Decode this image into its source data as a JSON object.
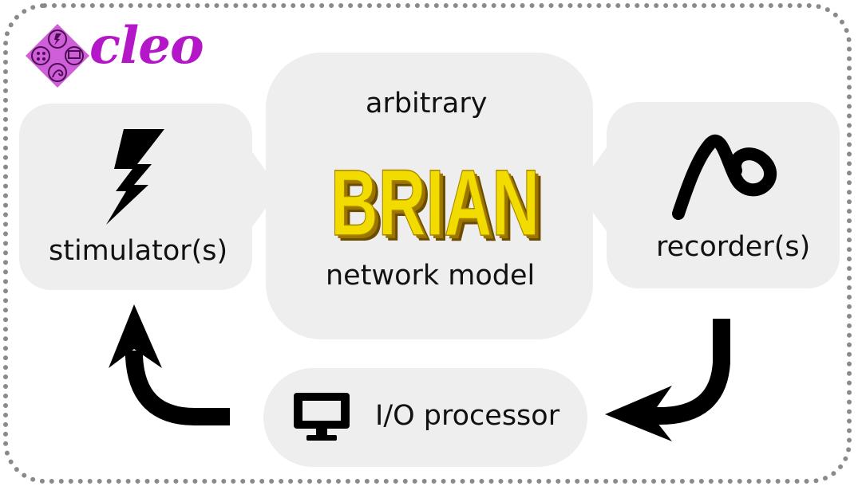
{
  "logo": {
    "text": "cleo",
    "color": "#b417c8",
    "bg": "#cf5fd9"
  },
  "network": {
    "top_label": "arbitrary",
    "brand_text": "BRIAN",
    "bottom_label": "network model"
  },
  "stimulator": {
    "label": "stimulator(s)",
    "icon": "lightning-bolt-icon"
  },
  "recorder": {
    "label": "recorder(s)",
    "icon": "recording-trace-icon"
  },
  "processor": {
    "label": "I/O processor",
    "icon": "monitor-icon"
  },
  "colors": {
    "panel": "#eeeeee",
    "frame": "#8a8a8a",
    "brian_fill": "#f2dc00",
    "brian_shadow": "#8a6a00"
  }
}
